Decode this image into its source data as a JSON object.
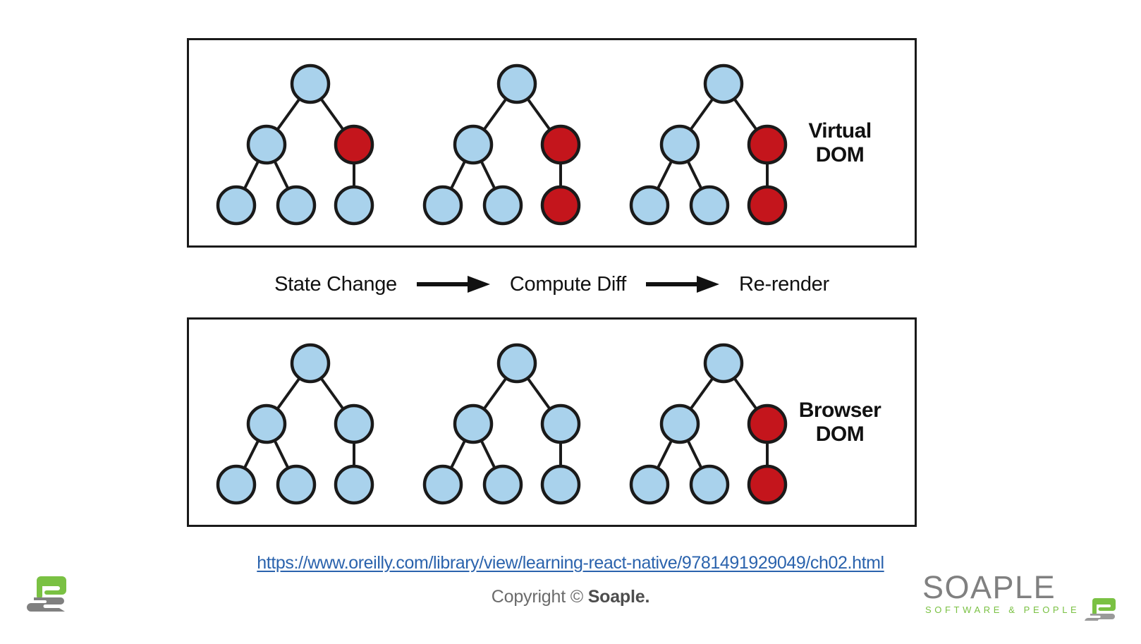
{
  "slide": {
    "panels": [
      {
        "id": "virtual-dom",
        "label_line1": "Virtual",
        "label_line2": "DOM",
        "trees": [
          {
            "name": "tree-state-change",
            "nodes": {
              "root": "blue",
              "left": "blue",
              "right": "red",
              "leaf_left": "blue",
              "leaf_mid": "blue",
              "leaf_right": "blue"
            }
          },
          {
            "name": "tree-compute-diff",
            "nodes": {
              "root": "blue",
              "left": "blue",
              "right": "red",
              "leaf_left": "blue",
              "leaf_mid": "blue",
              "leaf_right": "red"
            }
          },
          {
            "name": "tree-re-render",
            "nodes": {
              "root": "blue",
              "left": "blue",
              "right": "red",
              "leaf_left": "blue",
              "leaf_mid": "blue",
              "leaf_right": "red"
            }
          }
        ]
      },
      {
        "id": "browser-dom",
        "label_line1": "Browser",
        "label_line2": "DOM",
        "trees": [
          {
            "name": "tree-browser-initial",
            "nodes": {
              "root": "blue",
              "left": "blue",
              "right": "blue",
              "leaf_left": "blue",
              "leaf_mid": "blue",
              "leaf_right": "blue"
            }
          },
          {
            "name": "tree-browser-unchanged",
            "nodes": {
              "root": "blue",
              "left": "blue",
              "right": "blue",
              "leaf_left": "blue",
              "leaf_mid": "blue",
              "leaf_right": "blue"
            }
          },
          {
            "name": "tree-browser-updated",
            "nodes": {
              "root": "blue",
              "left": "blue",
              "right": "red",
              "leaf_left": "blue",
              "leaf_mid": "blue",
              "leaf_right": "red"
            }
          }
        ]
      }
    ],
    "flow": {
      "step1": "State Change",
      "step2": "Compute Diff",
      "step3": "Re-render",
      "arrow1": "right-arrow-icon",
      "arrow2": "right-arrow-icon"
    },
    "footer": {
      "source_url": "https://www.oreilly.com/library/view/learning-react-native/9781491929049/ch02.html",
      "copyright_prefix": "Copyright © ",
      "copyright_brand": "Soaple."
    },
    "branding": {
      "logo_mark": "soaple-logo-mark",
      "wordmark": "SOAPLE",
      "tagline": "SOFTWARE & PEOPLE"
    }
  },
  "colors": {
    "node_blue": "#a9d2ec",
    "node_red": "#c4151c",
    "node_stroke": "#1a1a1a",
    "panel_border": "#1a1a1a",
    "link_blue": "#2b63ad",
    "copyright_gray": "#6b6b6b",
    "brand_green": "#7ac143",
    "brand_gray": "#808080"
  }
}
